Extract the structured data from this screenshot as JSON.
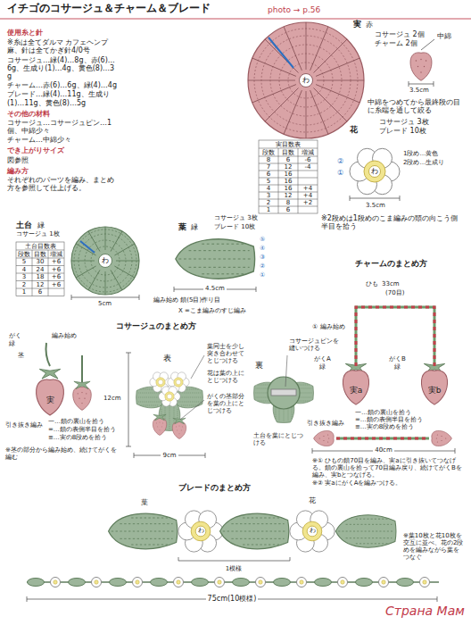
{
  "diagram": {
    "title": "イチゴのコサージュ＆チャーム＆ブレード",
    "nodes": [
      {
        "text": [
          "実"
        ]
      },
      {
        "text": [
          "実a"
        ]
      },
      {
        "text": [
          "実b"
        ]
      }
    ],
    "edges": [
      {
        "from": 1,
        "to": 2,
        "arrow": "none"
      }
    ],
    "labels": [
      "photo → p.56",
      "使用糸と針",
      "※糸は全てダルマ カフェヘンプ麻、針は全てかぎ針4/0号",
      "コサージュ…緑(4)…8g、赤(6)…6g、生成り(1)…4g、黄色(8)…3g",
      "チャーム…赤(6)…6g、緑(4)…4g",
      "ブレード…緑(4)…11g、生成り(1)…11g、黄色(8)…5g",
      "その他の材料",
      "コサージュ…コサージュピン…1個、中綿少々",
      "チャーム…中綿少々",
      "でき上がりサイズ",
      "図参照",
      "編み方",
      "それぞれのパーツを編み、まとめ方を参照して仕上げる。",
      "実",
      "赤",
      "コサージュ 2個",
      "チャーム 2個",
      "中綿",
      "3.5cm",
      "中綿をつめてから最終段の目に糸端を通して絞る",
      "わ",
      "実目数表",
      "段数",
      "目数",
      "増減",
      "8",
      "6",
      "-6",
      "7",
      "12",
      "-4",
      "6",
      "16",
      "5",
      "16",
      "4",
      "16",
      "+4",
      "3",
      "12",
      "+4",
      "2",
      "8",
      "+2",
      "1",
      "6",
      "花",
      "コサージュ 3枚",
      "ブレード 10枚",
      "②",
      "①",
      "1段め…黄色",
      "2段め…生成り",
      "わ",
      "3.5cm",
      "※2段めは1段めのこま編みの頭の向こう側半目を拾う",
      "土台",
      "緑",
      "コサージュ 1枚",
      "土台目数表",
      "段数",
      "目数",
      "増減",
      "5",
      "30",
      "+6",
      "4",
      "24",
      "+6",
      "3",
      "18",
      "+6",
      "2",
      "12",
      "+6",
      "1",
      "6",
      "わ",
      "5cm",
      "葉",
      "緑",
      "コサージュ 3枚",
      "ブレード 10枚",
      "⑤",
      "④",
      "③",
      "②",
      "①",
      "4.5cm",
      "編み始め 鎖(5目)作り目",
      "X =こま編みのすじ編み",
      "コサージュのまとめ方",
      "がく",
      "緑",
      "茎",
      "編み始め",
      "引き抜き編み",
      "一…鎖の裏山を拾う",
      "=…鎖の表側半目を拾う",
      "≡…実の8段めを拾う",
      "※茎の部分から編み始め、続けてがくを編む",
      "表",
      "裏",
      "12cm",
      "9cm",
      "葉同士を少し突き合わせてとじつける",
      "花は葉の上にとじつける",
      "がくの茎部分を葉の上にとじつける",
      "コサージュピンを縫いつける",
      "土台を葉にとじつける",
      "チャームのまとめ方",
      "ひも",
      "33cm",
      "(70目)",
      "① 編み始め",
      "がくA",
      "緑",
      "がくB",
      "緑",
      "引き抜き編み",
      "一…鎖の裏山を拾う",
      "=…鎖の表側半目を拾う",
      "≡…実の8段めを拾う",
      "40cm",
      "※① ひもの鎖70目を編み、実aに引き抜いてつなげる。鎖の裏山を拾って70目編み戻り、続けてがくBを編み、実bとつなげる。",
      "※② 実aにがくAを編みつける。",
      "ブレードのまとめ方",
      "葉",
      "花",
      "わ",
      "わ",
      "1模様",
      "※葉10枚と花10枚を交互に並べ、花の2段めを編みながら葉をつなぐ",
      "75cm(10模様)",
      "Страна Мам"
    ]
  }
}
